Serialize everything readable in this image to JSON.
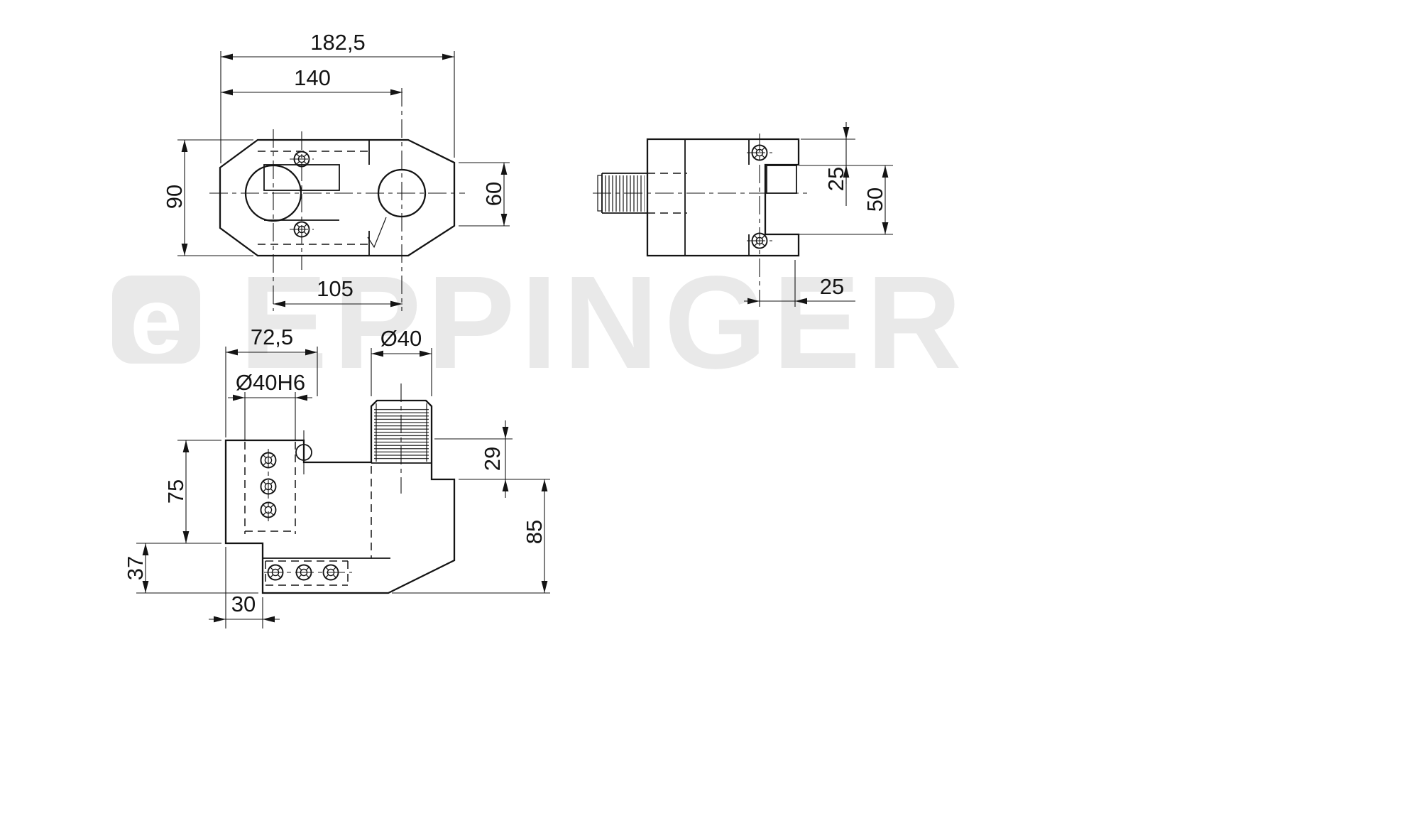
{
  "colors": {
    "background": "#ffffff",
    "line": "#141414",
    "watermark": "#e9e9e9"
  },
  "watermark": {
    "text": "EPPINGER",
    "logo_letter": "e"
  },
  "views": {
    "top": {
      "dims": {
        "overall_width": "182,5",
        "body_width": "140",
        "overall_height": "90",
        "right_height": "60",
        "center_distance": "105"
      }
    },
    "side": {
      "dims": {
        "block_height": "25",
        "slot_height": "50",
        "screw_offset": "25"
      }
    },
    "front": {
      "dims": {
        "bore_offset": "72,5",
        "shank_diameter": "Ø40",
        "bore_diameter": "Ø40H6",
        "upper_height": "75",
        "lower_height": "37",
        "base_offset": "30",
        "shoulder_depth": "29",
        "right_height": "85"
      }
    }
  }
}
